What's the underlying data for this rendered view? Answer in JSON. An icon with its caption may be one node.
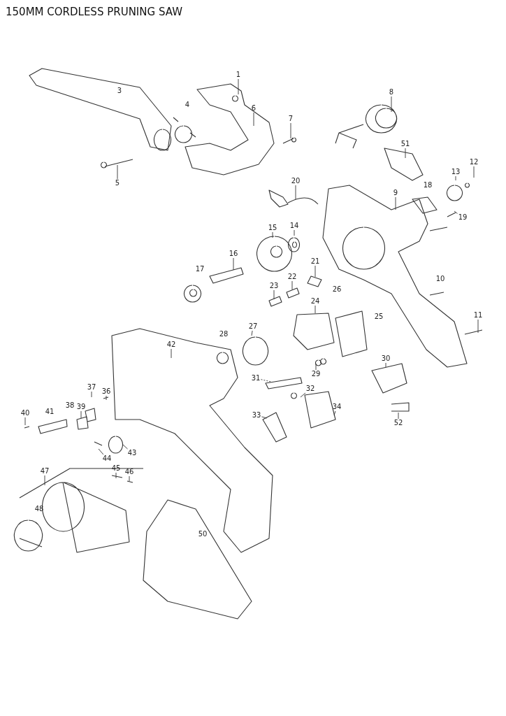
{
  "diagram": {
    "title": "150MM CORDLESS PRUNING SAW",
    "nodes": [
      {
        "text": [
          "1"
        ]
      },
      {
        "text": [
          "6"
        ]
      },
      {
        "text": [
          "7"
        ]
      },
      {
        "text": [
          "8"
        ]
      },
      {
        "text": [
          "51"
        ]
      },
      {
        "text": [
          "12"
        ]
      },
      {
        "text": [
          "13"
        ]
      },
      {
        "text": [
          "5"
        ]
      },
      {
        "text": [
          "20"
        ]
      },
      {
        "text": [
          "9"
        ]
      },
      {
        "text": [
          "19"
        ]
      },
      {
        "text": [
          "14"
        ]
      },
      {
        "text": [
          "15"
        ]
      },
      {
        "text": [
          "16"
        ]
      },
      {
        "text": [
          "21"
        ]
      },
      {
        "text": [
          "22"
        ]
      },
      {
        "text": [
          "23"
        ]
      },
      {
        "text": [
          "24"
        ]
      },
      {
        "text": [
          "11"
        ]
      },
      {
        "text": [
          "27"
        ]
      },
      {
        "text": [
          "42"
        ]
      },
      {
        "text": [
          "30"
        ]
      },
      {
        "text": [
          "29"
        ]
      },
      {
        "text": [
          "31"
        ]
      },
      {
        "text": [
          "32"
        ]
      },
      {
        "text": [
          "37"
        ]
      },
      {
        "text": [
          "36"
        ]
      },
      {
        "text": [
          "39"
        ]
      },
      {
        "text": [
          "40"
        ]
      },
      {
        "text": [
          "34"
        ]
      },
      {
        "text": [
          "33"
        ]
      },
      {
        "text": [
          "52"
        ]
      },
      {
        "text": [
          "43"
        ]
      },
      {
        "text": [
          "44"
        ]
      },
      {
        "text": [
          "47"
        ]
      },
      {
        "text": [
          "45"
        ]
      },
      {
        "text": [
          "46"
        ]
      }
    ],
    "edges": [
      {
        "from": 0,
        "to": null,
        "arrow": "none"
      },
      {
        "from": 1,
        "to": null,
        "arrow": "none"
      },
      {
        "from": 2,
        "to": null,
        "arrow": "none"
      },
      {
        "from": 3,
        "to": null,
        "arrow": "none"
      },
      {
        "from": 4,
        "to": null,
        "arrow": "none"
      },
      {
        "from": 5,
        "to": null,
        "arrow": "none"
      },
      {
        "from": 6,
        "to": null,
        "arrow": "none"
      },
      {
        "from": 7,
        "to": null,
        "arrow": "none"
      },
      {
        "from": 8,
        "to": null,
        "arrow": "none"
      },
      {
        "from": 9,
        "to": null,
        "arrow": "none"
      },
      {
        "from": 10,
        "to": null,
        "arrow": "none"
      },
      {
        "from": 11,
        "to": null,
        "arrow": "none"
      },
      {
        "from": 12,
        "to": null,
        "arrow": "none"
      },
      {
        "from": 13,
        "to": null,
        "arrow": "none"
      },
      {
        "from": 14,
        "to": null,
        "arrow": "none"
      },
      {
        "from": 15,
        "to": null,
        "arrow": "none"
      },
      {
        "from": 16,
        "to": null,
        "arrow": "none"
      },
      {
        "from": 17,
        "to": null,
        "arrow": "none"
      },
      {
        "from": 18,
        "to": null,
        "arrow": "none"
      },
      {
        "from": 19,
        "to": null,
        "arrow": "none"
      },
      {
        "from": 20,
        "to": null,
        "arrow": "none"
      },
      {
        "from": 21,
        "to": null,
        "arrow": "none"
      },
      {
        "from": 22,
        "to": null,
        "arrow": "none"
      },
      {
        "from": 23,
        "to": null,
        "arrow": "none",
        "style": "dashed"
      },
      {
        "from": 24,
        "to": null,
        "arrow": "none"
      },
      {
        "from": 25,
        "to": null,
        "arrow": "none"
      },
      {
        "from": 26,
        "to": null,
        "arrow": "none"
      },
      {
        "from": 27,
        "to": null,
        "arrow": "none"
      },
      {
        "from": 28,
        "to": null,
        "arrow": "none"
      },
      {
        "from": 29,
        "to": null,
        "arrow": "none"
      },
      {
        "from": 30,
        "to": null,
        "arrow": "none"
      },
      {
        "from": 31,
        "to": null,
        "arrow": "none"
      },
      {
        "from": 32,
        "to": null,
        "arrow": "none"
      },
      {
        "from": 33,
        "to": null,
        "arrow": "none"
      },
      {
        "from": 34,
        "to": null,
        "arrow": "none"
      },
      {
        "from": 35,
        "to": null,
        "arrow": "none"
      },
      {
        "from": 36,
        "to": null,
        "arrow": "none"
      }
    ],
    "labels": [
      "3",
      "4",
      "18",
      "17",
      "10",
      "26",
      "25",
      "28",
      "41",
      "38",
      "48",
      "50"
    ]
  }
}
